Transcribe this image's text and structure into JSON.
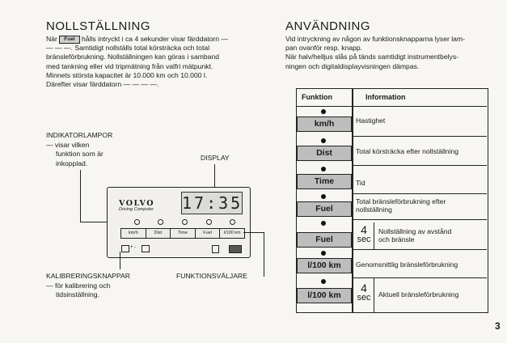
{
  "left": {
    "title": "NOLLSTÄLLNING",
    "para_pre": "När",
    "fuel_key": "Fuel",
    "para_line1": "hålls intryckt i ca 4 sekunder visar färddatorn —",
    "para_line2": "— — —. Samtidigt nollställs total körsträcka och total",
    "para_line3": "bränsleförbrukning. Nollställningen kan göras i samband",
    "para_line4": "med tankning eller vid tripmätning från valfri mätpunkt.",
    "para_line5": "Minnets största kapacitet är 10.000 km och 10.000 l.",
    "para_line6": "Därefter visar färddatorn — — — —.",
    "indicator_title": "INDIKATORLAMPOR",
    "indicator_line1": "— visar vilken",
    "indicator_line2": "funktion som är",
    "indicator_line3": "inkopplad.",
    "display_label": "DISPLAY",
    "calib_title": "KALIBRERINGSKNAPPAR",
    "calib_line1": "— för kalibrering och",
    "calib_line2": "tidsinställning.",
    "func_selector": "FUNKTIONSVÄLJARE",
    "device": {
      "brand": "VOLVO",
      "sub": "Driving Computer",
      "lcd": "17:35",
      "keys": [
        "km/h",
        "Dist",
        "Time",
        "Fuel",
        "l/100 km"
      ],
      "calib_text": "+ -"
    }
  },
  "right": {
    "title": "ANVÄNDNING",
    "para_line1": "Vid intryckning av någon av funktionsknapparna lyser  lam-",
    "para_line2": "pan ovanför resp. knapp.",
    "para_line3": "När halv/helljus slås på tänds samtidigt instrumentbelys-",
    "para_line4": "ningen och digitaldisplayvisningen dämpas.",
    "table": {
      "col1": "Funktion",
      "col2": "Information",
      "rows": [
        {
          "button": "km/h",
          "info": "Hastighet"
        },
        {
          "button": "Dist",
          "info": "Total körsträcka efter nollställning"
        },
        {
          "button": "Time",
          "info": "Tid"
        },
        {
          "button": "Fuel",
          "info_line1": "Total bränsleförbrukning efter",
          "info_line2": "nollställning"
        },
        {
          "button": "Fuel",
          "sec_num": "4",
          "sec_unit": "sec",
          "info_line1": "Nollställning av avstånd",
          "info_line2": "och bränsle"
        },
        {
          "button": "l/100 km",
          "info": "Genomsnittlig bränsleförbrukning"
        },
        {
          "button": "l/100 km",
          "sec_num": "4",
          "sec_unit": "sec",
          "info": "Aktuell bränsleförbrukning"
        }
      ]
    }
  },
  "page_number": "3"
}
